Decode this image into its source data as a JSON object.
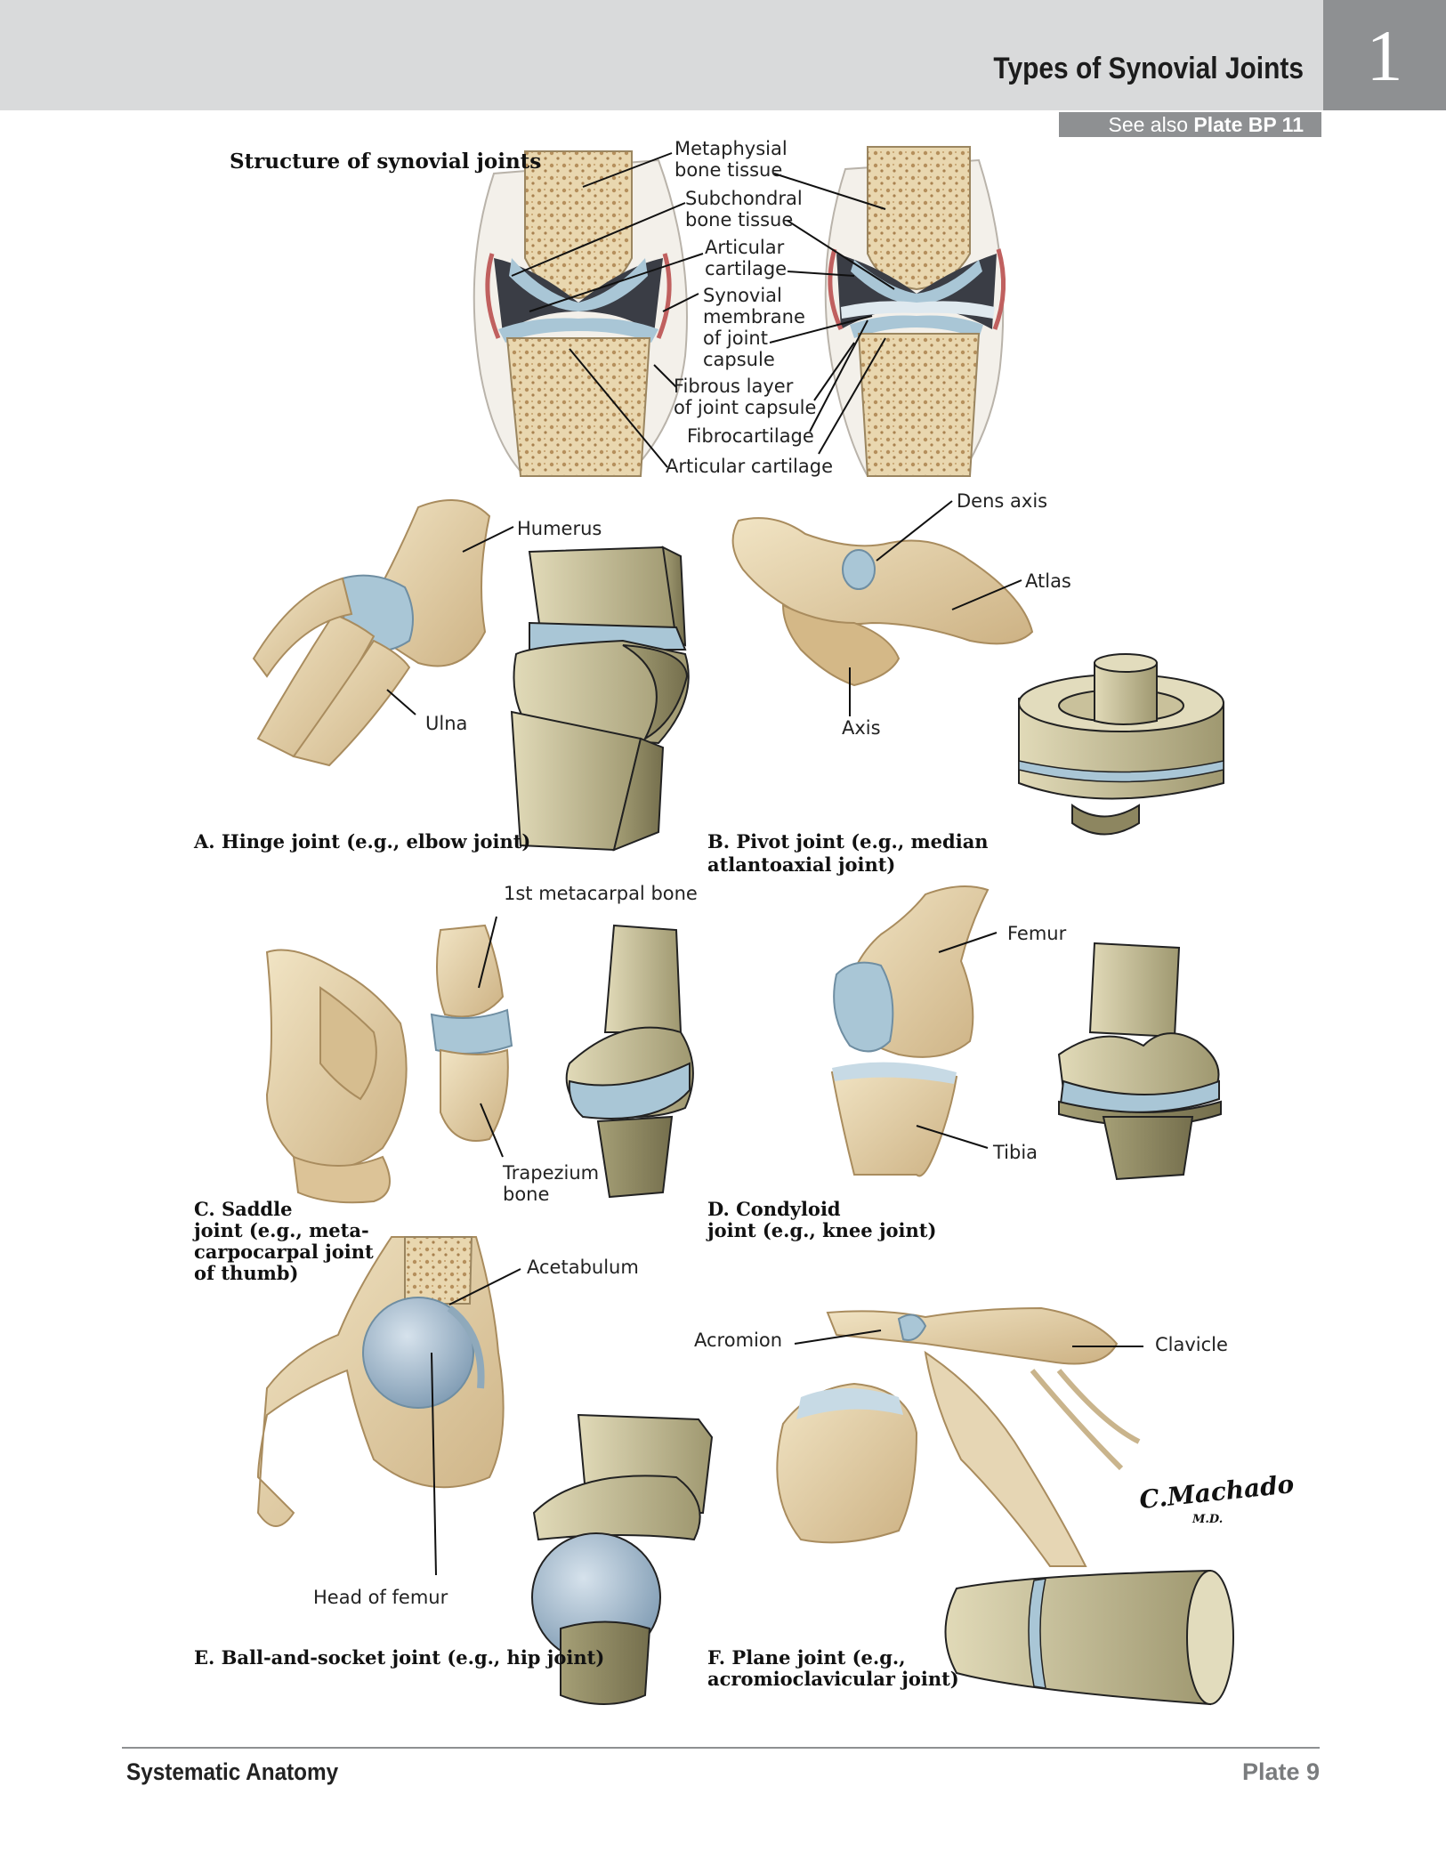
{
  "header": {
    "title": "Types of Synovial Joints",
    "chapter_number": "1",
    "see_also_prefix": "See also ",
    "see_also_plate": "Plate BP 11"
  },
  "structure": {
    "title": "Structure of synovial joints",
    "labels": {
      "metaphysial_1": "Metaphysial",
      "metaphysial_2": "bone tissue",
      "subchondral_1": "Subchondral",
      "subchondral_2": "bone tissue",
      "articular_1": "Articular",
      "articular_2": "cartilage",
      "synovial_1": "Synovial",
      "synovial_2": "membrane",
      "synovial_3": "of joint",
      "synovial_4": "capsule",
      "fibrous_1": "Fibrous layer",
      "fibrous_2": "of joint capsule",
      "fibrocartilage": "Fibrocartilage",
      "articular_bottom": "Articular cartilage"
    }
  },
  "hinge": {
    "humerus": "Humerus",
    "ulna": "Ulna",
    "caption": "A. Hinge joint (e.g., elbow joint)"
  },
  "pivot": {
    "dens": "Dens axis",
    "atlas": "Atlas",
    "axis": "Axis",
    "caption_1": "B. Pivot joint (e.g., median",
    "caption_2": "atlantoaxial joint)"
  },
  "saddle": {
    "metacarpal": "1st metacarpal bone",
    "trapezium_1": "Trapezium",
    "trapezium_2": "bone",
    "caption_1": "C. Saddle",
    "caption_2": "joint (e.g., meta-",
    "caption_3": "carpocarpal joint",
    "caption_4": "of thumb)"
  },
  "condyloid": {
    "femur": "Femur",
    "tibia": "Tibia",
    "caption_1": "D. Condyloid",
    "caption_2": "joint (e.g., knee joint)"
  },
  "ball": {
    "acetabulum": "Acetabulum",
    "head": "Head of femur",
    "caption": "E. Ball-and-socket joint (e.g., hip joint)"
  },
  "plane": {
    "acromion": "Acromion",
    "clavicle": "Clavicle",
    "caption_1": "F. Plane joint (e.g.,",
    "caption_2": "acromioclavicular joint)"
  },
  "signature": {
    "name": "C.Machado",
    "suffix": "M.D."
  },
  "footer": {
    "left": "Systematic Anatomy",
    "right": "Plate 9"
  },
  "colors": {
    "bone": "#e8d6ae",
    "bone_dark": "#c9ad7a",
    "cartilage": "#a9c6d6",
    "model": "#c2b98d",
    "model_dark": "#8d8660",
    "cavity": "#3a3d45",
    "band": "#d9dadb",
    "tab": "#8e9092"
  }
}
